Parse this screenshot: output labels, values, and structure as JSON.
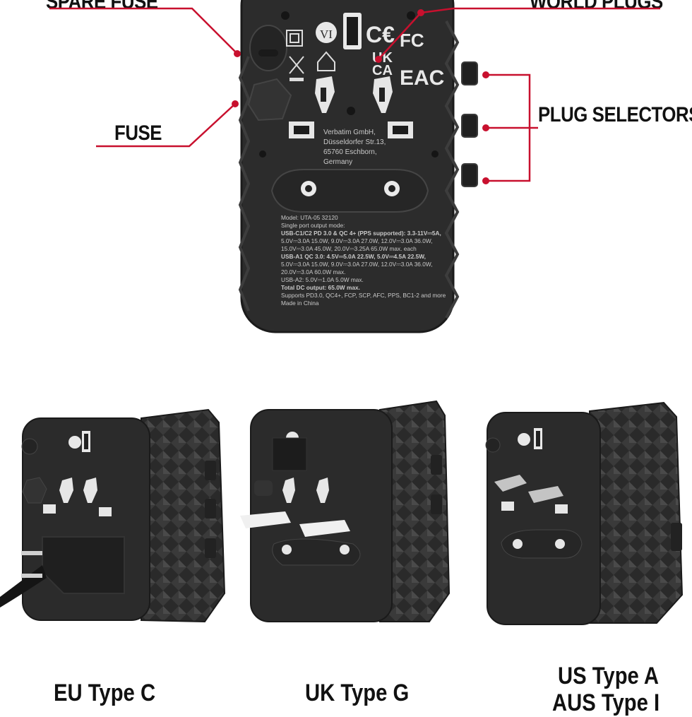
{
  "callouts": {
    "spare_fuse": "SPARE FUSE",
    "world_plugs": "WORLD PLUGS",
    "plug_selectors": "PLUG SELECTORS",
    "fuse": "FUSE"
  },
  "device_label": {
    "company": [
      "Verbatim GmbH,",
      "Düsseldorfer Str.13,",
      "65760 Eschborn,",
      "Germany"
    ],
    "spec_lines": [
      "Model: UTA-05 32120",
      "Single port output mode:",
      "USB-C1/C2 PD 3.0 & QC 4+ (PPS supported): 3.3-11V⎓5A,",
      "5.0V⎓3.0A 15.0W, 9.0V⎓3.0A 27.0W, 12.0V⎓3.0A 36.0W,",
      "15.0V⎓3.0A 45.0W, 20.0V⎓3.25A 65.0W max. each",
      "USB-A1 QC 3.0: 4.5V⎓5.0A 22.5W, 5.0V⎓4.5A 22.5W,",
      "5.0V⎓3.0A 15.0W, 9.0V⎓3.0A 27.0W, 12.0V⎓3.0A 36.0W,",
      "20.0V⎓3.0A 60.0W max.",
      "USB-A2: 5.0V⎓1.0A 5.0W max.",
      "Total DC output: 65.0W max.",
      "Supports PD3.0, QC4+, FCP, SCP, AFC, PPS, BC1-2 and more",
      "Made in China"
    ],
    "marks": {
      "vi": "VI",
      "ce": "C€",
      "fc": "FC",
      "ukca_top": "UK",
      "ukca_bottom": "CA",
      "eac": "EAC"
    }
  },
  "captions": {
    "eu": "EU Type C",
    "uk": "UK Type G",
    "us_line1": "US Type A",
    "us_line2": "AUS Type I"
  },
  "colors": {
    "accent": "#c8102e",
    "device": "#2b2b2b",
    "device_edge": "#1a1a1a"
  }
}
